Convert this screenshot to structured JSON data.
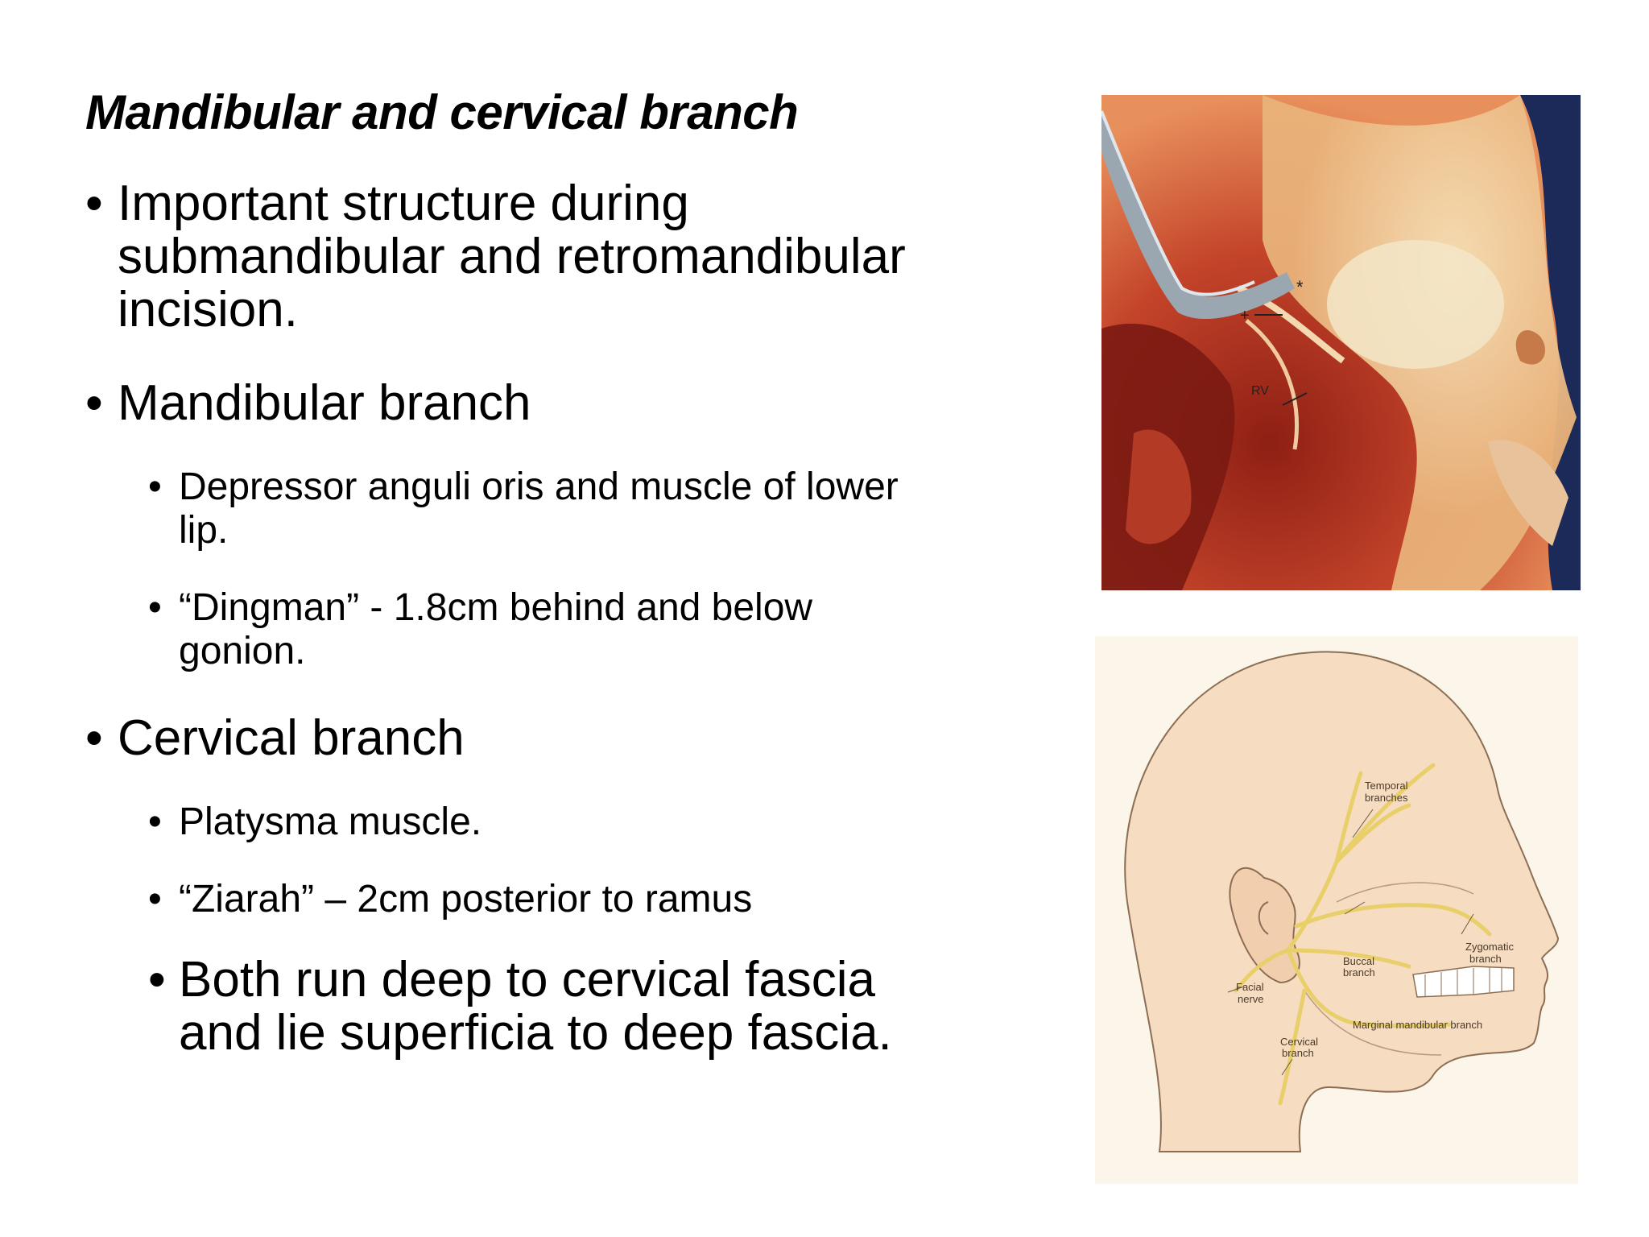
{
  "slide": {
    "title": "Mandibular and cervical branch",
    "b1": "Important structure during submandibular and retromandibular incision.",
    "b2": "Mandibular branch",
    "b2a": "Depressor anguli oris and muscle of lower lip.",
    "b2b": "“Dingman” -  1.8cm behind and below gonion.",
    "b3": "Cervical branch",
    "b3a": "Platysma muscle.",
    "b3b": "“Ziarah” – 2cm posterior to ramus",
    "b3c": "Both run deep to cervical fascia and lie superficia to deep fascia.",
    "bullet": "•"
  },
  "photo": {
    "labels": {
      "asterisk": "*",
      "plus": "+",
      "rv": "RV"
    }
  },
  "diagram": {
    "labels": {
      "temporal1": "Temporal",
      "temporal2": "branches",
      "zygomatic1": "Zygomatic",
      "zygomatic2": "branch",
      "buccal1": "Buccal",
      "buccal2": "branch",
      "facial1": "Facial",
      "facial2": "nerve",
      "marginal": "Marginal mandibular branch",
      "cervical1": "Cervical",
      "cervical2": "branch"
    }
  },
  "colors": {
    "nerve": "#e8cf6a",
    "skin": "#f6dcc0",
    "tissue": "#c84a2c",
    "drape": "#1c2a5a"
  }
}
